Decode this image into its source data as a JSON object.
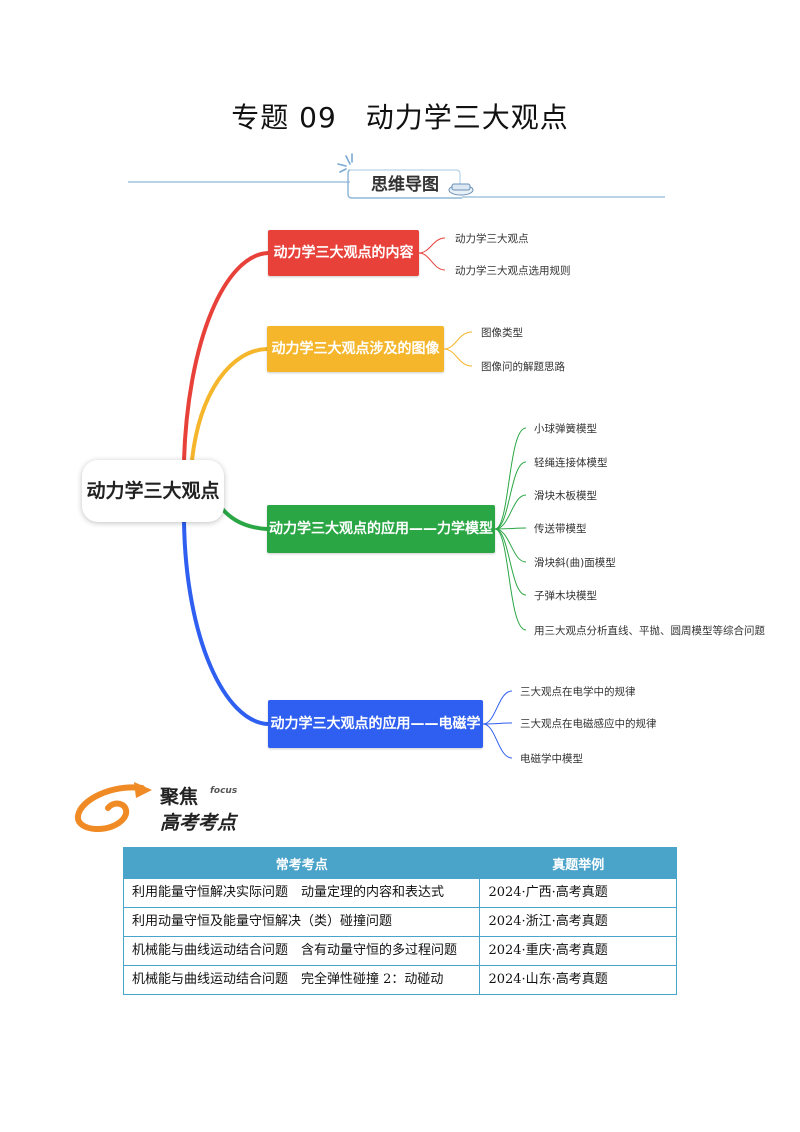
{
  "title": "专题 09　动力学三大观点",
  "mindmap_header": "思维导图",
  "mindmap": {
    "root": "动力学三大观点",
    "branches": [
      {
        "label": "动力学三大观点的内容",
        "color": "#e8413a",
        "leaves": [
          "动力学三大观点",
          "动力学三大观点选用规则"
        ]
      },
      {
        "label": "动力学三大观点涉及的图像",
        "color": "#f5b62c",
        "leaves": [
          "图像类型",
          "图像问的解题思路"
        ]
      },
      {
        "label": "动力学三大观点的应用——力学模型",
        "color": "#2aa645",
        "leaves": [
          "小球弹簧模型",
          "轻绳连接体模型",
          "滑块木板模型",
          "传送带模型",
          "滑块斜(曲)面模型",
          "子弹木块模型",
          "用三大观点分析直线、平抛、圆周模型等综合问题"
        ]
      },
      {
        "label": "动力学三大观点的应用——电磁学",
        "color": "#2f5ff0",
        "leaves": [
          "三大观点在电学中的规律",
          "三大观点在电磁感应中的规律",
          "电磁学中模型"
        ]
      }
    ]
  },
  "focus": {
    "line1": "聚焦",
    "line2": "高考考点",
    "tag": "focus"
  },
  "table": {
    "headers": [
      "常考考点",
      "真题举例"
    ],
    "rows": [
      [
        "利用能量守恒解决实际问题　动量定理的内容和表达式",
        "2024·广西·高考真题"
      ],
      [
        "利用动量守恒及能量守恒解决（类）碰撞问题",
        "2024·浙江·高考真题"
      ],
      [
        "机械能与曲线运动结合问题　含有动量守恒的多过程问题",
        "2024·重庆·高考真题"
      ],
      [
        "机械能与曲线运动结合问题　完全弹性碰撞 2：动碰动",
        "2024·山东·高考真题"
      ]
    ]
  }
}
